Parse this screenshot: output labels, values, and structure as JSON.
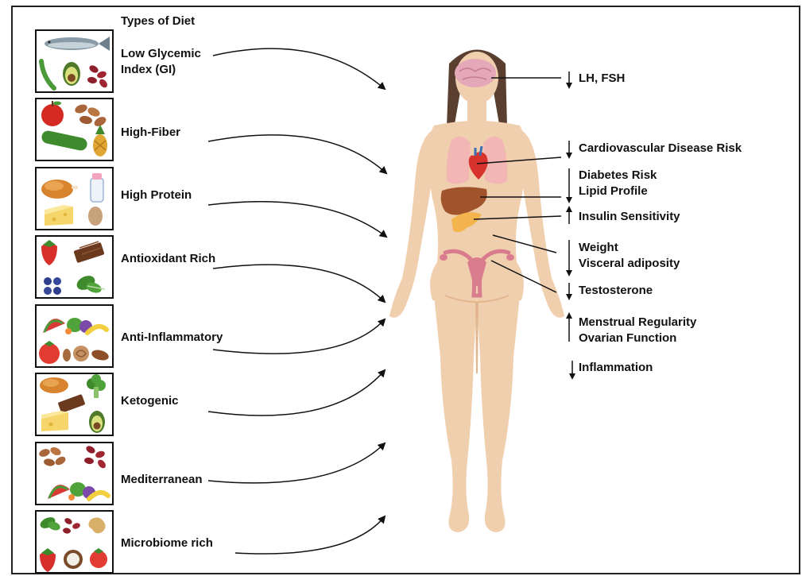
{
  "title": "Types of Diet",
  "diets": [
    {
      "label": "Low Glycemic\nIndex (GI)",
      "foods": [
        "fish-icon",
        "green-bean-icon",
        "avocado-icon",
        "kidney-beans-icon"
      ]
    },
    {
      "label": "High-Fiber",
      "foods": [
        "apple-icon",
        "almonds-icon",
        "cucumber-icon",
        "pineapple-icon"
      ]
    },
    {
      "label": "High Protein",
      "foods": [
        "roast-chicken-icon",
        "milk-bottle-icon",
        "cheese-icon",
        "egg-icon"
      ]
    },
    {
      "label": "Antioxidant Rich",
      "foods": [
        "strawberry-icon",
        "chocolate-icon",
        "blueberries-icon",
        "spinach-icon"
      ]
    },
    {
      "label": "Anti-Inflammatory",
      "foods": [
        "fruit-basket-icon",
        "tomato-icon",
        "nuts-icon"
      ]
    },
    {
      "label": "Ketogenic",
      "foods": [
        "roast-chicken-icon",
        "chocolate-icon",
        "broccoli-icon",
        "cheese-icon",
        "avocado-icon"
      ]
    },
    {
      "label": "Mediterranean",
      "foods": [
        "almonds-icon",
        "kidney-beans-icon",
        "fruit-basket-icon"
      ]
    },
    {
      "label": "Microbiome rich",
      "foods": [
        "spinach-icon",
        "kidney-beans-icon",
        "ginger-icon",
        "strawberry-icon",
        "coconut-icon",
        "tomato-icon"
      ]
    }
  ],
  "effects": [
    {
      "text": "LH, FSH",
      "direction": "down"
    },
    {
      "text": "Cardiovascular Disease Risk",
      "direction": "down"
    },
    {
      "text": "Diabetes Risk\nLipid Profile",
      "direction": "down"
    },
    {
      "text": "Insulin Sensitivity",
      "direction": "up"
    },
    {
      "text": "Weight\nVisceral adiposity",
      "direction": "down"
    },
    {
      "text": "Testosterone",
      "direction": "down"
    },
    {
      "text": "Menstrual Regularity\nOvarian Function",
      "direction": "up"
    },
    {
      "text": "Inflammation",
      "direction": "down"
    }
  ],
  "colors": {
    "skin": "#f0cfae",
    "skin_shadow": "#e2b78f",
    "hair": "#5a3f31",
    "brain": "#e4a8b9",
    "lung": "#f2b7b4",
    "heart": "#d8322c",
    "liver": "#a1532c",
    "pancreas": "#f3b44d",
    "uterus": "#d97d8e"
  }
}
